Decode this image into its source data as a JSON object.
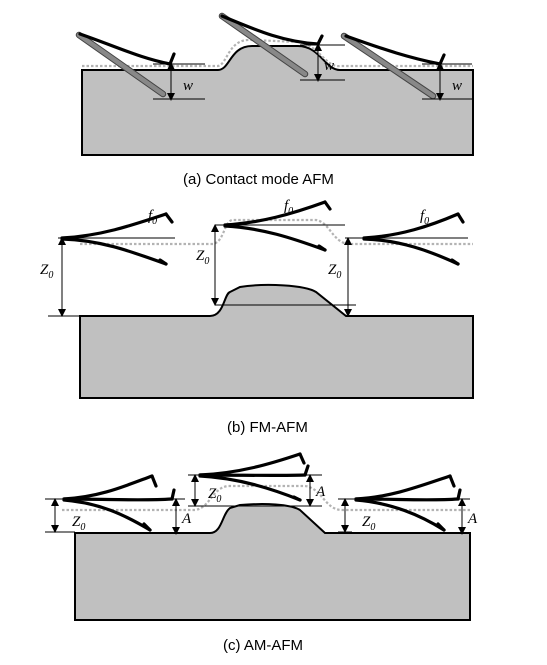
{
  "panels": [
    {
      "id": "a",
      "caption": "(a) Contact mode AFM"
    },
    {
      "id": "b",
      "caption": "(b) FM-AFM"
    },
    {
      "id": "c",
      "caption": "(c) AM-AFM"
    }
  ],
  "symbols": {
    "deflection": "w",
    "frequency": "f",
    "frequency_sub": "0",
    "distance": "Z",
    "distance_sub": "0",
    "amplitude": "A"
  }
}
